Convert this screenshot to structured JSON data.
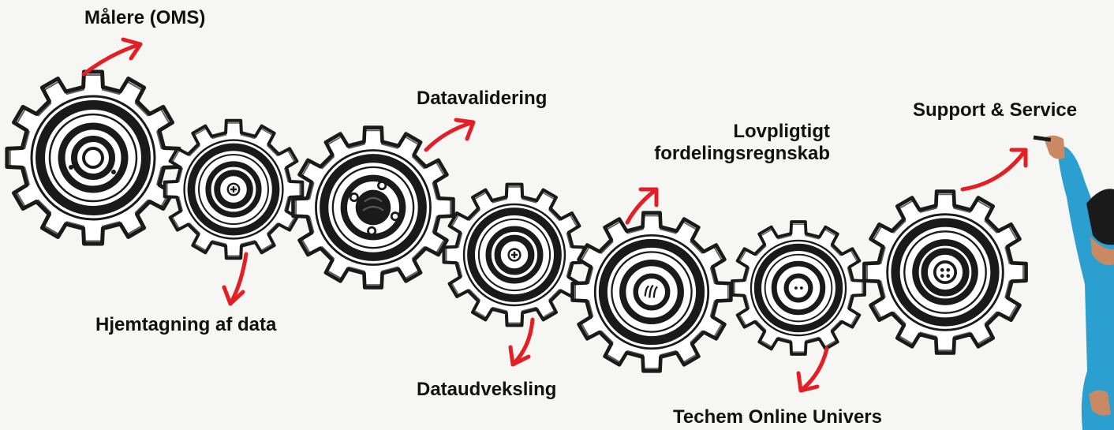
{
  "labels": {
    "malere": "Målere (OMS)",
    "hjemtagning": "Hjemtagning af data",
    "datavalidering": "Datavalidering",
    "dataudveksling": "Dataudveksling",
    "lovpligtigt_line1": "Lovpligtigt",
    "lovpligtigt_line2": "fordelingsregnskab",
    "techem": "Techem Online Univers",
    "support": "Support & Service"
  },
  "colors": {
    "background": "#f6f6f4",
    "gear_ink": "#1a1a1a",
    "arrow": "#e31e24",
    "shirt": "#2a9fd0",
    "skin": "#c98a63"
  },
  "icons": {
    "gear": "gear-icon",
    "arrow": "arrow-icon",
    "marker": "marker-pen"
  }
}
